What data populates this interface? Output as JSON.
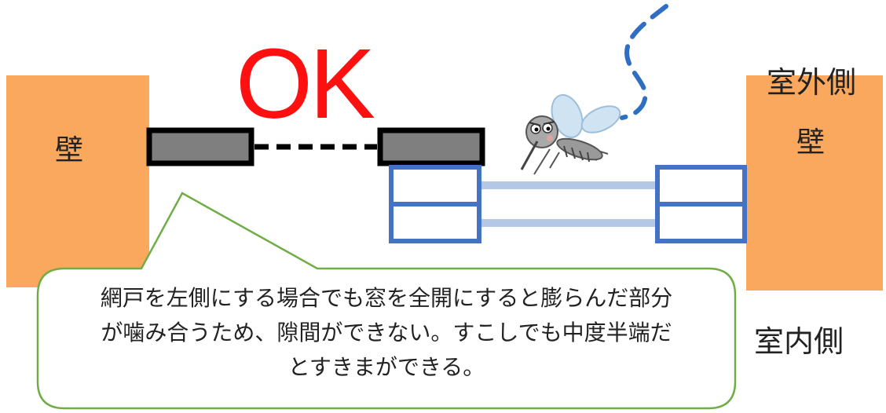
{
  "labels": {
    "ok": "OK",
    "wall_left": "壁",
    "wall_right": "壁",
    "outdoor_side": "室外側",
    "indoor_side": "室内側"
  },
  "callout": {
    "line1": "網戸を左側にする場合でも窓を全開にすると膨らんだ部分",
    "line2": "が噛み合うため、隙間ができない。すこしでも中度半端だ",
    "line3": "とすきまができる。"
  },
  "icons": {
    "mosquito": "mosquito-icon",
    "flight_path": "dashed-flight-path"
  },
  "colors": {
    "wall": "#f9a85d",
    "ok_text": "#ff1010",
    "window_frame": "#4472c4",
    "window_rail": "#b4c7e7",
    "screen_fill": "#7f7f7f",
    "callout_border": "#70ad47"
  }
}
